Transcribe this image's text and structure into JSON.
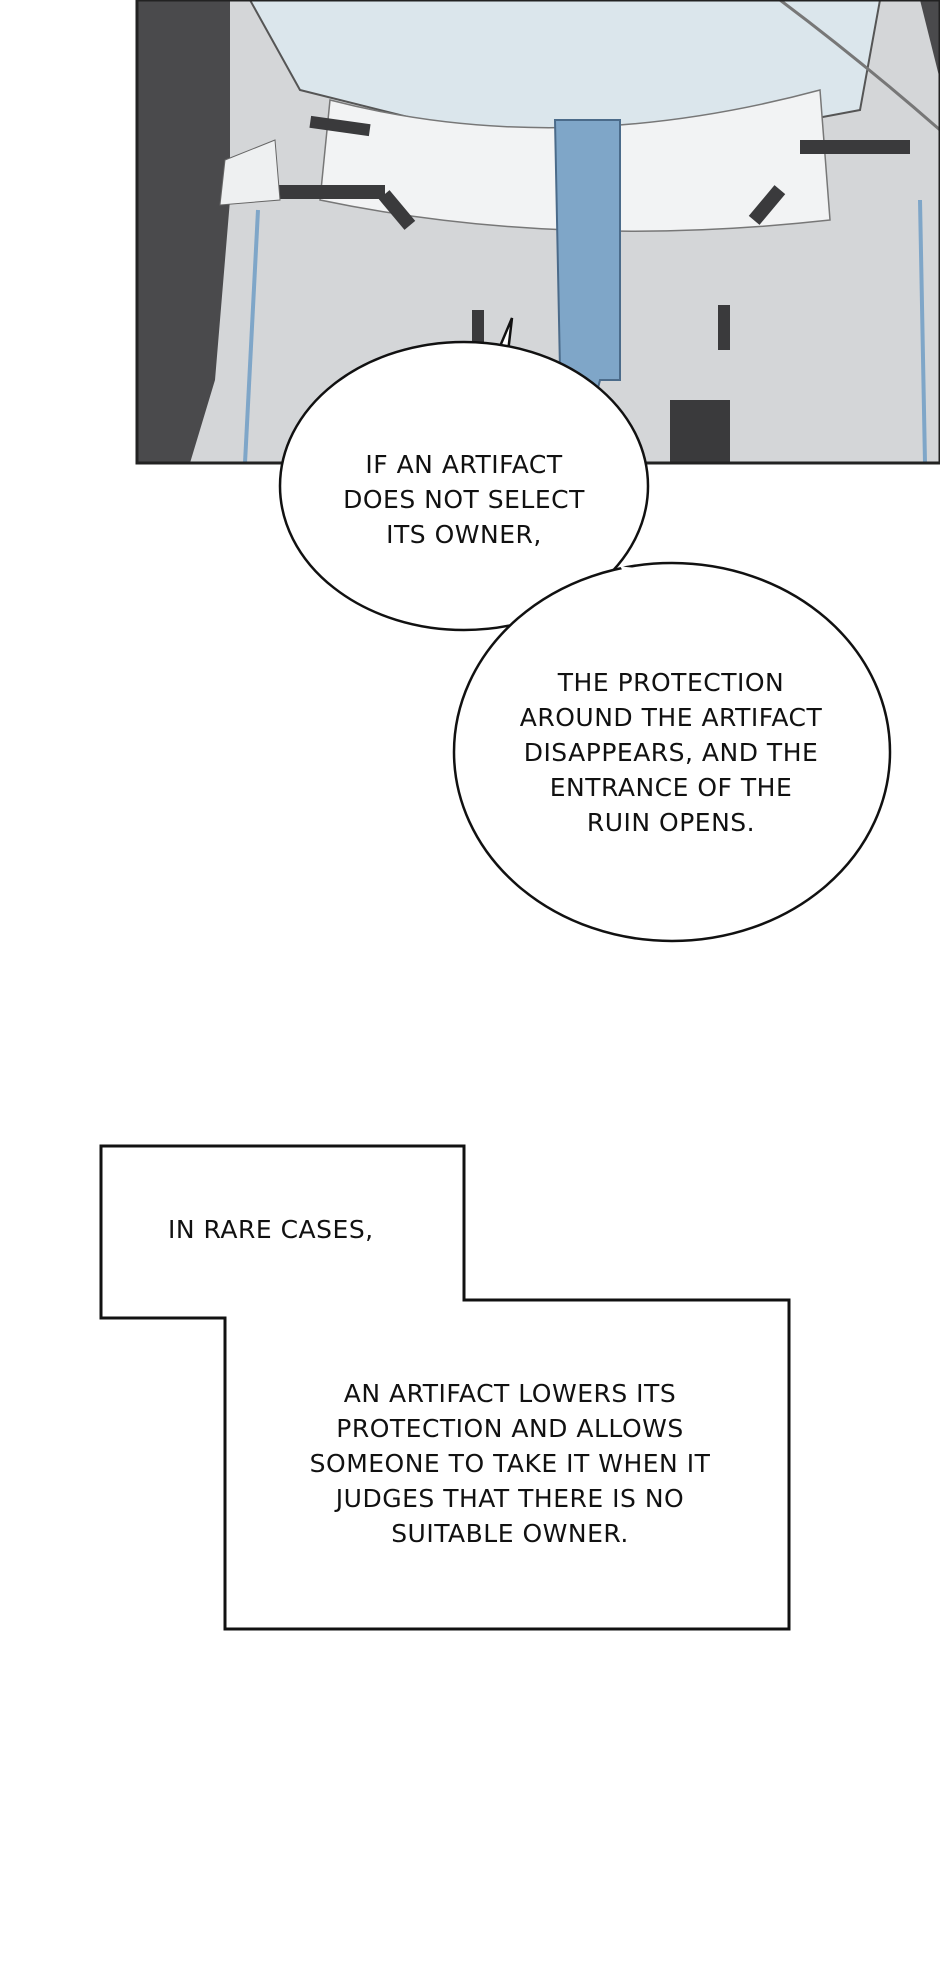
{
  "panel": {
    "description_icon": "armored-figure-illustration"
  },
  "bubble_1": {
    "lines": [
      "IF AN ARTIFACT",
      "DOES NOT SELECT",
      "ITS OWNER,"
    ]
  },
  "bubble_2": {
    "lines": [
      "THE PROTECTION",
      "AROUND THE ARTIFACT",
      "DISAPPEARS, AND THE",
      "ENTRANCE OF THE",
      "RUIN OPENS."
    ]
  },
  "caption_1": {
    "lines": [
      "IN RARE CASES,"
    ]
  },
  "caption_2": {
    "lines": [
      "AN ARTIFACT LOWERS ITS",
      "PROTECTION AND ALLOWS",
      "SOMEONE TO TAKE IT WHEN IT",
      "JUDGES THAT THERE IS NO",
      "SUITABLE OWNER."
    ]
  },
  "colors": {
    "background": "#ffffff",
    "ink": "#111111",
    "armor": "#d6d8da",
    "accent_blue": "#7fa6c8",
    "dark": "#3a3a3c"
  }
}
